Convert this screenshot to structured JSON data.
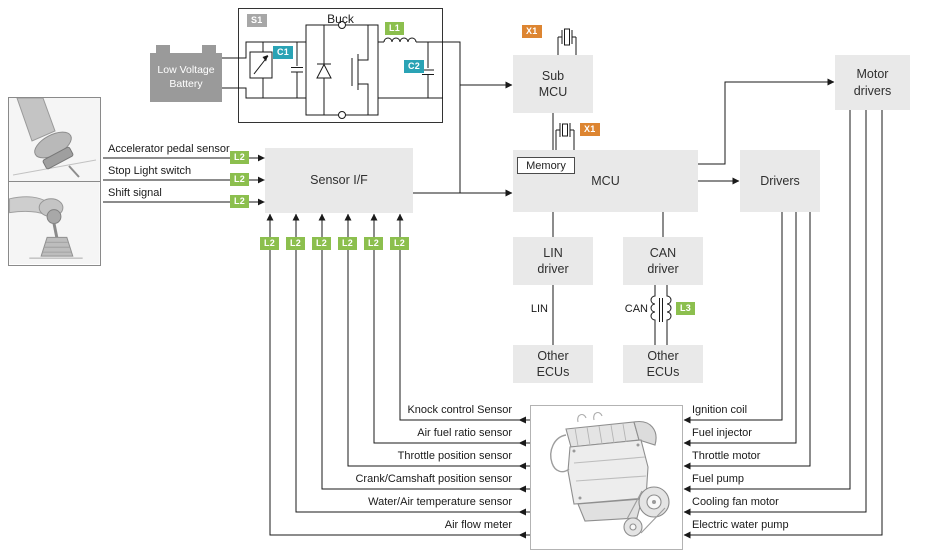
{
  "colors": {
    "line": "#1a1a1a",
    "block_fill": "#e9e9e9",
    "battery_fill": "#9a9a9a",
    "tag_green": "#8cbf4e",
    "tag_teal": "#2aa3b5",
    "tag_orange": "#dd8531",
    "tag_gray": "#a7a7a7"
  },
  "power": {
    "battery": "Low Voltage\nBattery",
    "buck": "Buck",
    "s1": "S1",
    "c1": "C1",
    "l1": "L1",
    "c2": "C2"
  },
  "blocks": {
    "sensor_if": "Sensor I/F",
    "sub_mcu": "Sub\nMCU",
    "memory": "Memory",
    "mcu": "MCU",
    "motor_drivers": "Motor\ndrivers",
    "drivers": "Drivers",
    "lin_driver": "LIN\ndriver",
    "can_driver": "CAN\ndriver",
    "other_ecus": "Other\nECUs"
  },
  "tags": {
    "x1": "X1",
    "l2": "L2",
    "l3": "L3"
  },
  "bus": {
    "lin": "LIN",
    "can": "CAN"
  },
  "inputs": [
    "Accelerator pedal sensor",
    "Stop Light switch",
    "Shift signal"
  ],
  "engine_sensors": [
    "Knock control Sensor",
    "Air fuel ratio sensor",
    "Throttle position sensor",
    "Crank/Camshaft position sensor",
    "Water/Air temperature sensor",
    "Air flow meter"
  ],
  "actuators": [
    "Ignition coil",
    "Fuel injector",
    "Throttle motor",
    "Fuel pump",
    "Cooling fan motor",
    "Electric water pump"
  ]
}
